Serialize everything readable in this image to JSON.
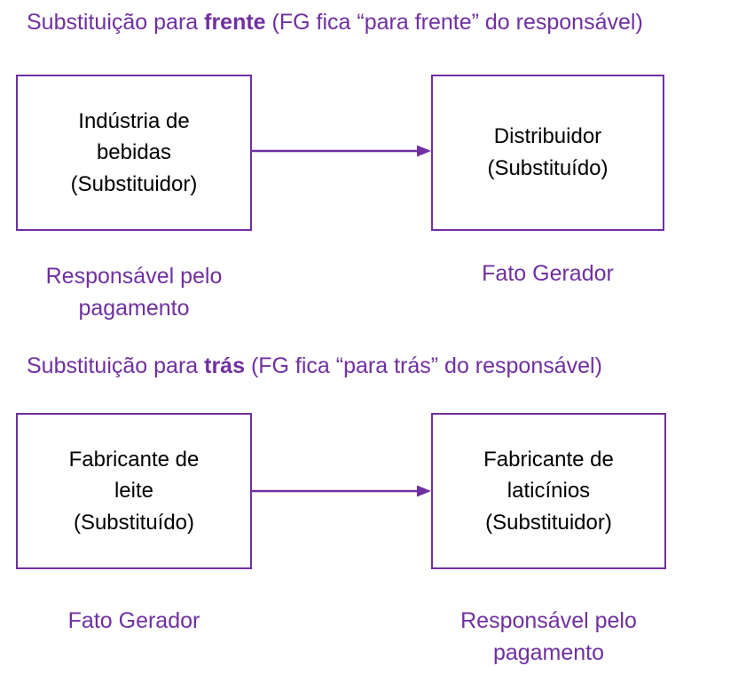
{
  "colors": {
    "accent_purple": "#7030A0",
    "box_text": "#000000",
    "background": "#ffffff"
  },
  "sections": [
    {
      "title_prefix": "Substituição para ",
      "title_bold": "frente",
      "title_suffix": " (FG fica “para frente” do responsável)",
      "left_box": "Indústria de\nbebidas\n(Substituidor)",
      "right_box": "Distribuidor\n(Substituído)",
      "left_caption": "Responsável pelo\npagamento",
      "right_caption": "Fato Gerador"
    },
    {
      "title_prefix": "Substituição para ",
      "title_bold": "trás",
      "title_suffix": " (FG fica “para trás” do responsável)",
      "left_box": "Fabricante de\nleite\n(Substituído)",
      "right_box": "Fabricante de\nlaticínios\n(Substituidor)",
      "left_caption": "Fato Gerador",
      "right_caption": "Responsável pelo\npagamento"
    }
  ]
}
